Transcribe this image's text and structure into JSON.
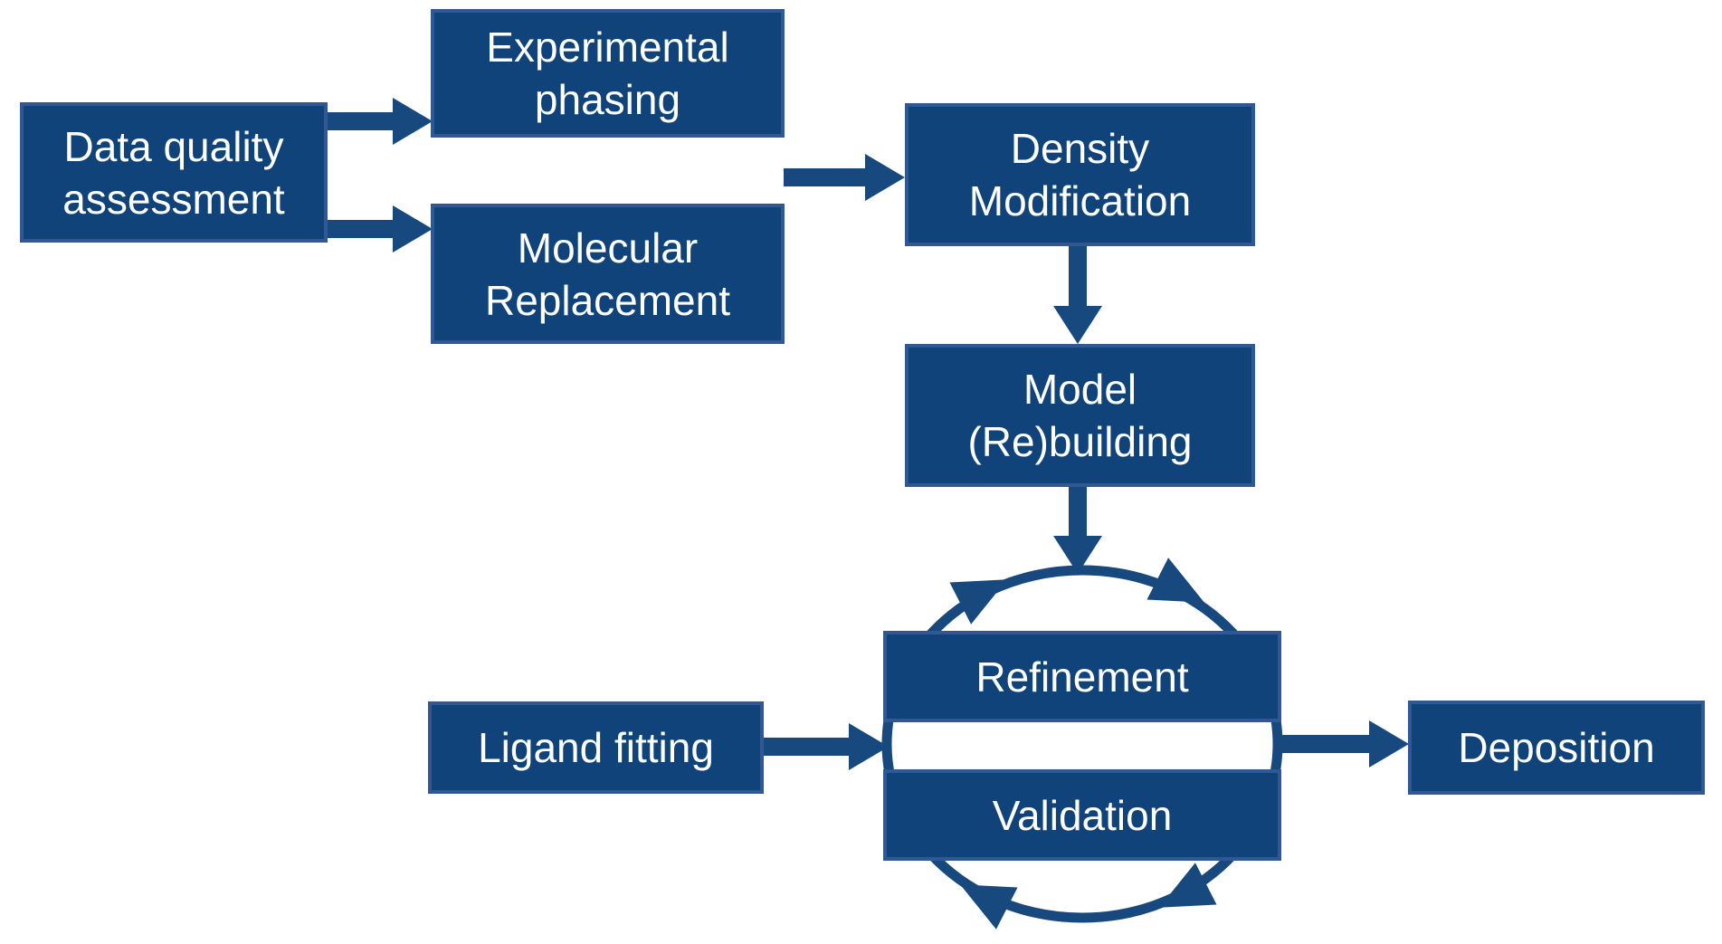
{
  "diagram": {
    "background": "#ffffff",
    "colors": {
      "box_fill": "#0f4379",
      "box_border": "#2f5894",
      "arrow": "#17497f",
      "text": "#ffffff"
    },
    "nodes": {
      "data_quality": {
        "line1": "Data quality",
        "line2": "assessment"
      },
      "experimental_phasing": {
        "line1": "Experimental",
        "line2": "phasing"
      },
      "molecular_replacement": {
        "line1": "Molecular",
        "line2": "Replacement"
      },
      "density_modification": {
        "line1": "Density",
        "line2": "Modification"
      },
      "model_rebuilding": {
        "line1": "Model",
        "line2": "(Re)building"
      },
      "refinement": {
        "label": "Refinement"
      },
      "validation": {
        "label": "Validation"
      },
      "ligand_fitting": {
        "label": "Ligand fitting"
      },
      "deposition": {
        "label": "Deposition"
      }
    },
    "edges": [
      {
        "from": "data_quality",
        "to": "experimental_phasing"
      },
      {
        "from": "data_quality",
        "to": "molecular_replacement"
      },
      {
        "from": "experimental_phasing / molecular_replacement",
        "to": "density_modification"
      },
      {
        "from": "density_modification",
        "to": "model_rebuilding"
      },
      {
        "from": "model_rebuilding",
        "to": "refinement_validation_cycle"
      },
      {
        "from": "ligand_fitting",
        "to": "refinement_validation_cycle"
      },
      {
        "from": "refinement_validation_cycle",
        "to": "deposition"
      }
    ],
    "cycle": {
      "members": [
        "refinement",
        "validation"
      ],
      "direction": "clockwise"
    }
  }
}
